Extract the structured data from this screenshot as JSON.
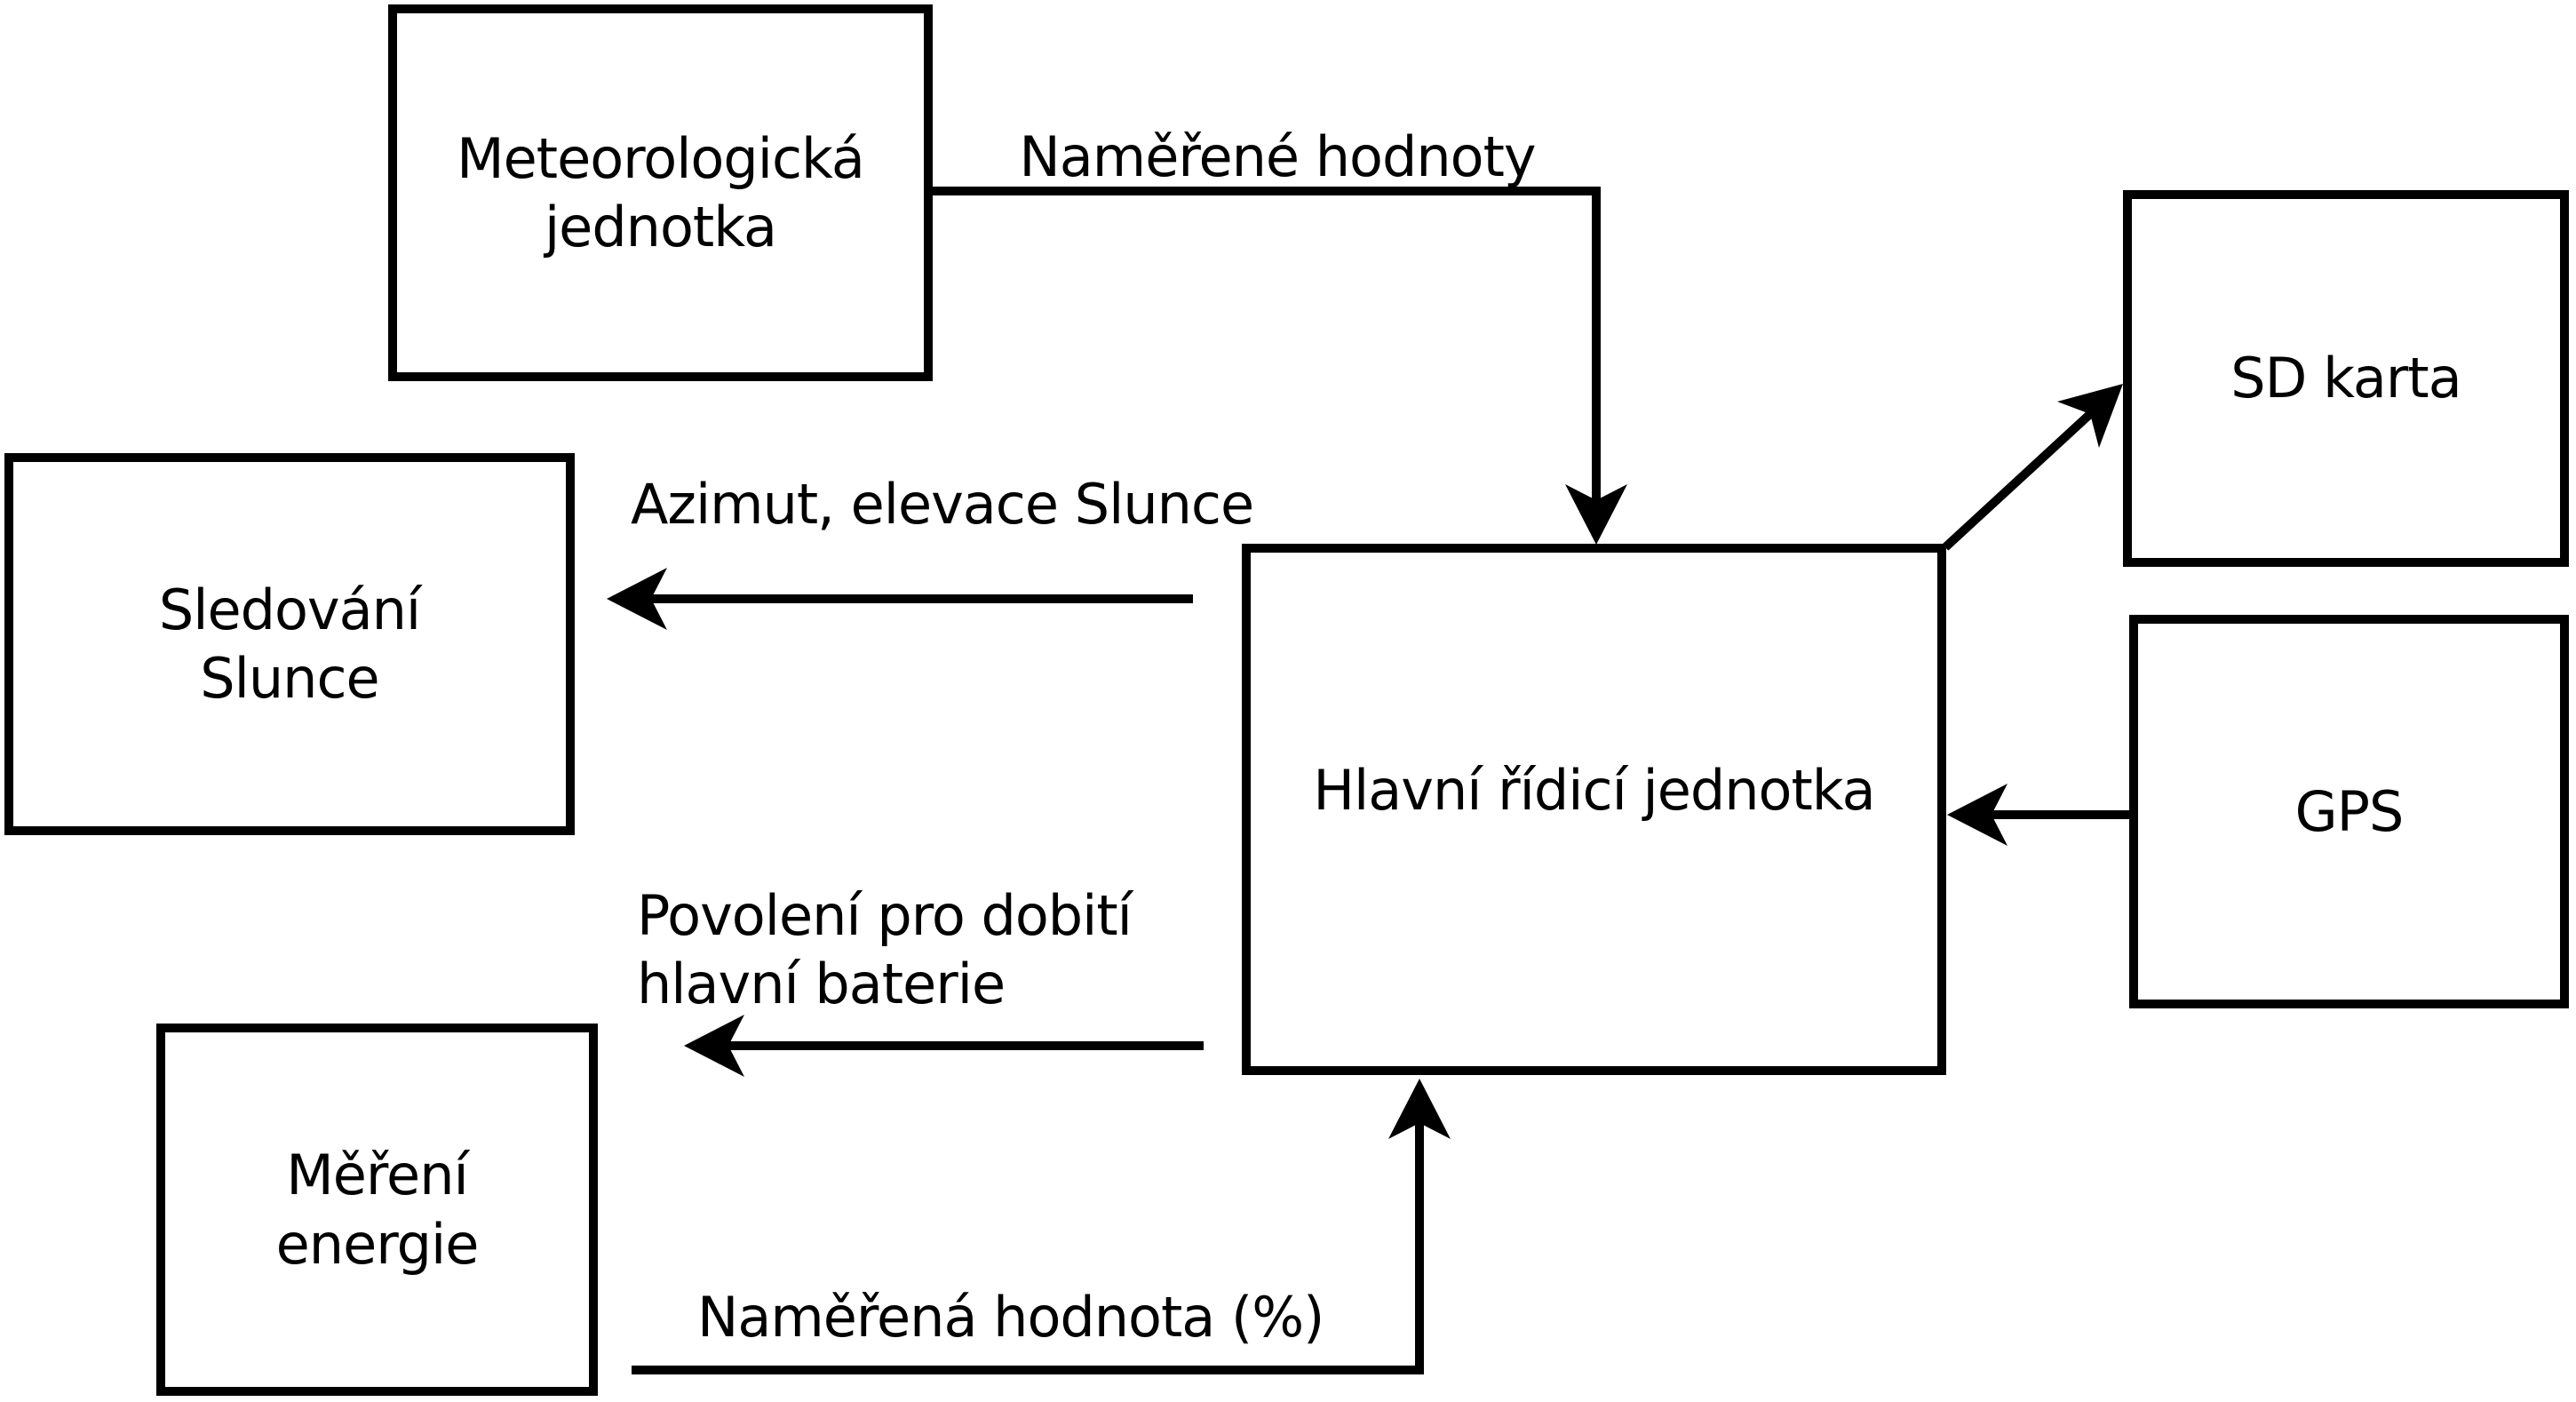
{
  "diagram": {
    "background_color": "#ffffff",
    "line_color": "#000000",
    "nodes": {
      "meteo": {
        "line1": "Meteorologická",
        "line2": "jednotka"
      },
      "sun_tracking": {
        "line1": "Sledování",
        "line2": "Slunce"
      },
      "energy": {
        "line1": "Měření",
        "line2": "energie"
      },
      "main": {
        "label": "Hlavní řídicí jednotka"
      },
      "sd_card": {
        "label": "SD karta"
      },
      "gps": {
        "label": "GPS"
      }
    },
    "edge_labels": {
      "measured_values": "Naměřené hodnoty",
      "azimuth": "Azimut, elevace Slunce",
      "charge_permission_line1": "Povolení pro dobití",
      "charge_permission_line2": "hlavní baterie",
      "measured_value_pct": "Naměřená hodnota (%)"
    }
  }
}
